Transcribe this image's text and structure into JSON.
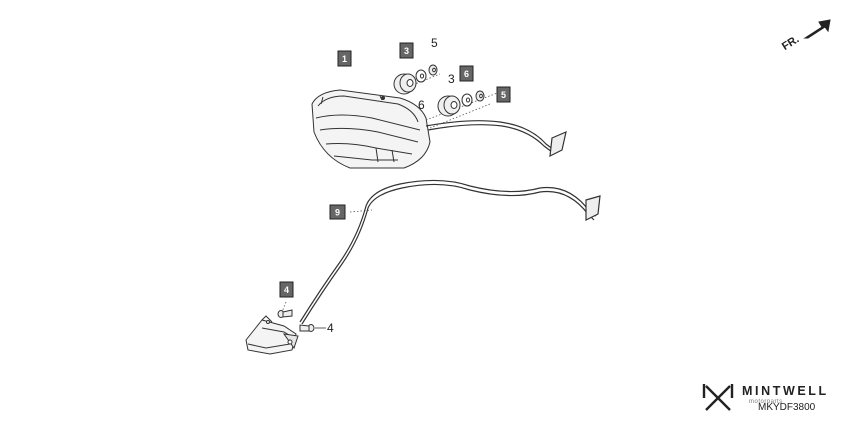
{
  "direction_label": "FR.",
  "callouts_boxed": {
    "lamp_unit": "1",
    "grommet": "3",
    "washer": "6",
    "nut": "5",
    "harness": "9",
    "screw": "4"
  },
  "callouts_plain": {
    "nut": "5",
    "washer": "6",
    "grommet": "3",
    "screw": "4"
  },
  "brand": {
    "name": "MINTWELL",
    "sub": "motorparts",
    "diagram_code": "MKYDF3800"
  },
  "colors": {
    "line": "#333333",
    "box_fill": "#666666",
    "box_stroke": "#222222"
  }
}
